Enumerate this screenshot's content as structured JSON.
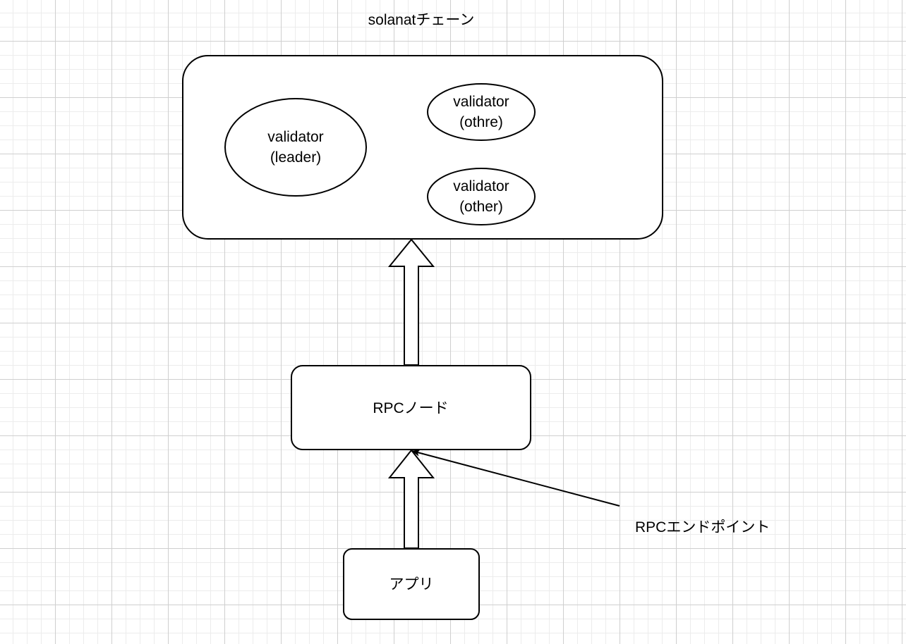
{
  "colors": {
    "stroke": "#000000",
    "fill": "#ffffff",
    "text": "#000000"
  },
  "chain": {
    "title": "solanatチェーン"
  },
  "validators": {
    "leader": {
      "line1": "validator",
      "line2": "(leader)"
    },
    "other1": {
      "line1": "validator",
      "line2": "(othre)"
    },
    "other2": {
      "line1": "validator",
      "line2": "(other)"
    }
  },
  "rpc_node": {
    "label": "RPCノード"
  },
  "app": {
    "label": "アプリ"
  },
  "rpc_endpoint": {
    "label": "RPCエンドポイント"
  }
}
